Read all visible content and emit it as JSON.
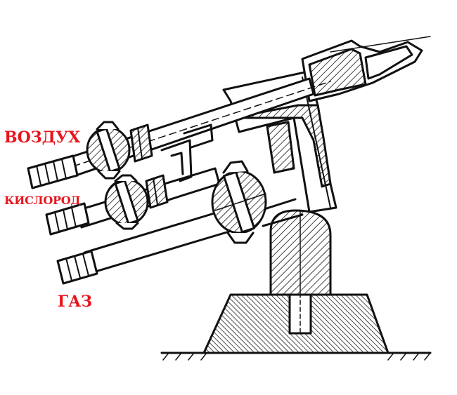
{
  "labels": {
    "air": "ВОЗДУХ",
    "oxygen": "КИСЛОРОД",
    "gas": "ГАЗ"
  },
  "colors": {
    "label": "#e8141c",
    "ink": "#111111",
    "paper": "#ffffff"
  }
}
